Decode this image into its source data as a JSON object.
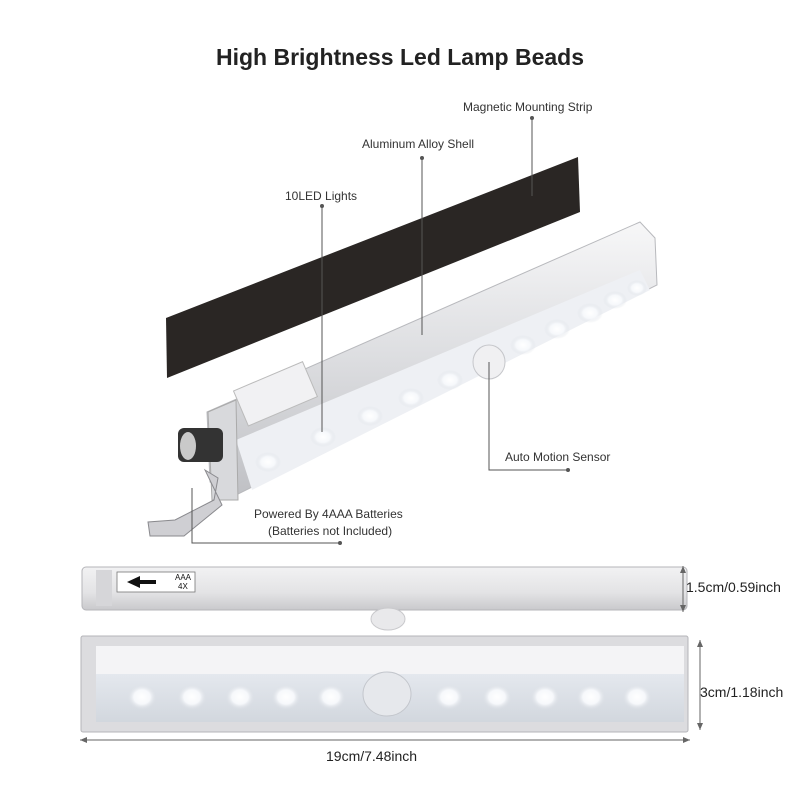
{
  "title": "High Brightness Led Lamp Beads",
  "callouts": {
    "magnetic_strip": "Magnetic Mounting Strip",
    "aluminum_shell": "Aluminum Alloy Shell",
    "led_lights": "10LED Lights",
    "motion_sensor": "Auto Motion Sensor",
    "batteries_line1": "Powered By 4AAA Batteries",
    "batteries_line2": "(Batteries not Included)"
  },
  "dimensions": {
    "height": "1.5cm/0.59inch",
    "depth": "3cm/1.18inch",
    "length": "19cm/7.48inch"
  },
  "battery_label": {
    "count": "4X",
    "type": "AAA"
  },
  "colors": {
    "strip": "#2a2624",
    "shell": "#e6e6e8",
    "led_glow": "#ffffff",
    "leader_line": "#555555"
  }
}
